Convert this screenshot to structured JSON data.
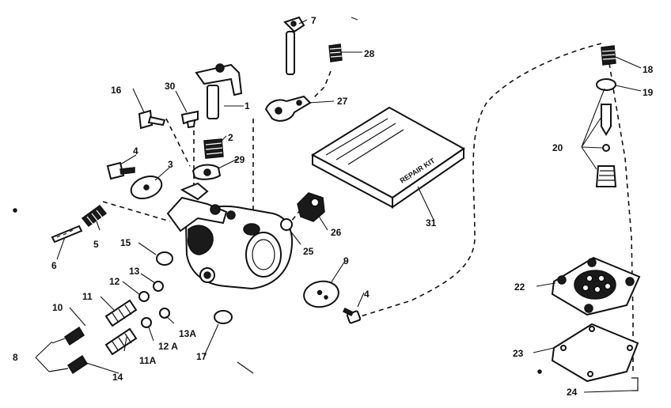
{
  "diagram": {
    "callouts": {
      "p1": "1",
      "p2": "2",
      "p3": "3",
      "p4a": "4",
      "p4b": "4",
      "p5": "5",
      "p6": "6",
      "p7": "7",
      "p8": "8",
      "p9": "9",
      "p10": "10",
      "p11": "11",
      "p11a": "11A",
      "p12": "12",
      "p12a": "12 A",
      "p13": "13",
      "p13a": "13A",
      "p14": "14",
      "p15": "15",
      "p16": "16",
      "p17": "17",
      "p18": "18",
      "p19": "19",
      "p20": "20",
      "p22": "22",
      "p23": "23",
      "p24": "24",
      "p25": "25",
      "p26": "26",
      "p27": "27",
      "p28": "28",
      "p29": "29",
      "p30": "30",
      "p31": "31"
    },
    "repair_kit_box_text": "REPAIR KIT"
  }
}
